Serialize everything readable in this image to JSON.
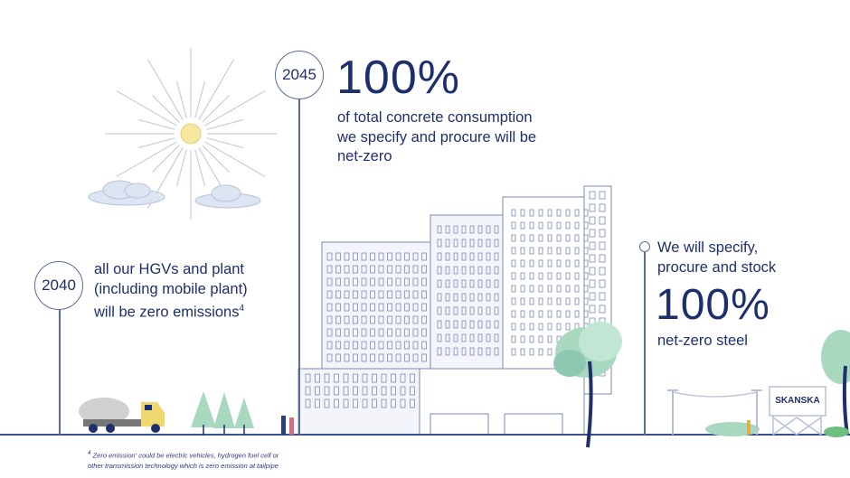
{
  "milestone_2045": {
    "year": "2045",
    "headline": "100%",
    "lines": [
      "of total concrete consumption",
      "we specify and procure will be",
      "net-zero"
    ]
  },
  "milestone_2040": {
    "year": "2040",
    "lines": [
      "all our HGVs and plant",
      "(including mobile plant)",
      "will be zero emissions"
    ],
    "footnote_ref": "4"
  },
  "steel": {
    "lines": [
      "We will specify,",
      "procure and stock"
    ],
    "headline": "100%",
    "tail": "net-zero steel"
  },
  "billboard": "SKANSKA",
  "footnote": {
    "marker": "4",
    "lines": [
      "Zero emission' could be electric vehicles, hydrogen  fuel cell or",
      "other transmission  technology which is zero emission at tailpipe"
    ]
  },
  "colors": {
    "text": "#1e2f6e",
    "line": "#5a6a9a",
    "tree": "#a8d8c0",
    "sun": "#f5e6a0"
  }
}
